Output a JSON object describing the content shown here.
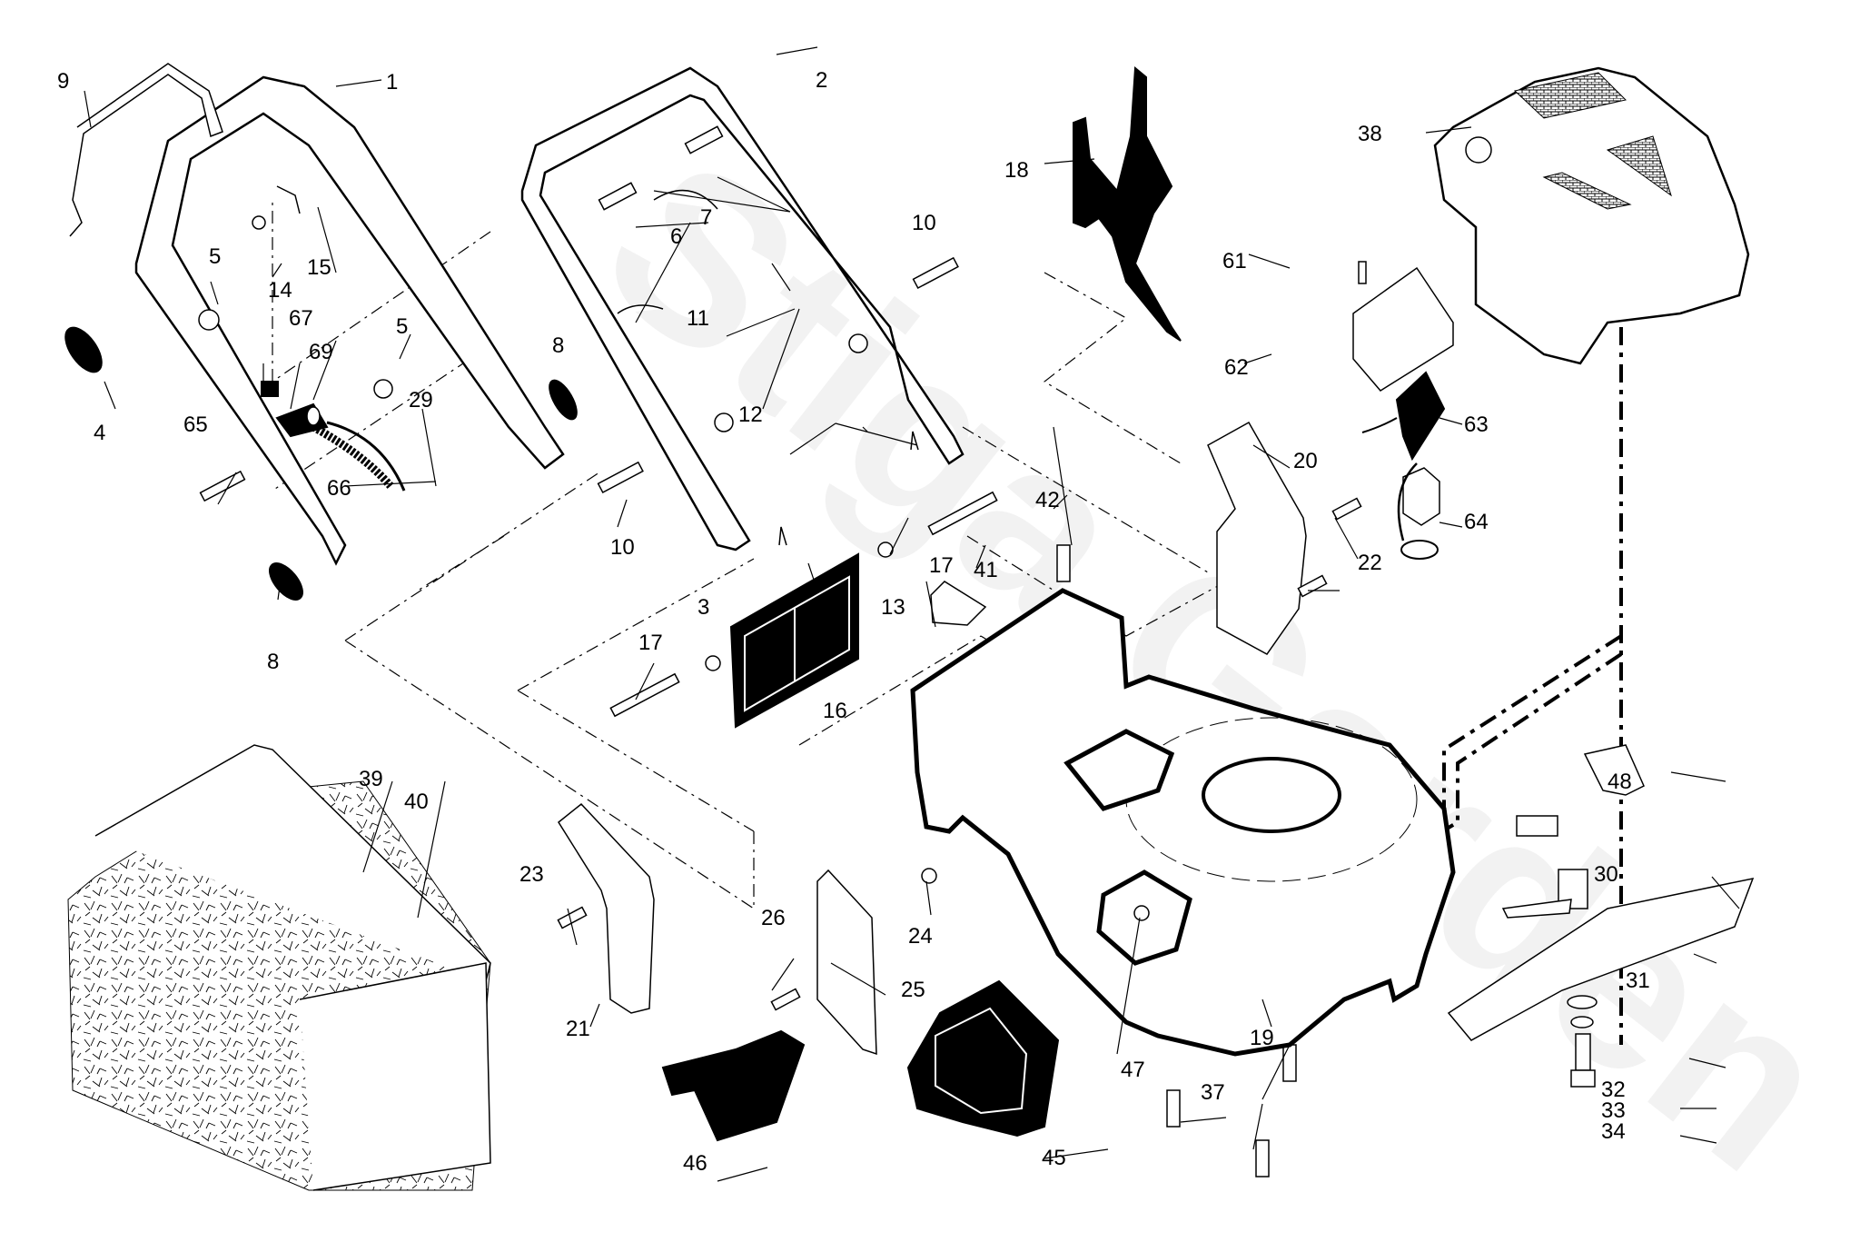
{
  "diagram": {
    "title": "Lawn mower exploded parts diagram",
    "watermark": "Stiga Garden",
    "callouts": [
      {
        "id": "1",
        "part": "handle-upper"
      },
      {
        "id": "2",
        "part": "handle-lower"
      },
      {
        "id": "3",
        "part": "spring-left"
      },
      {
        "id": "4",
        "part": "cable-knob"
      },
      {
        "id": "5",
        "part": "nut"
      },
      {
        "id": "5",
        "part": "nut"
      },
      {
        "id": "6",
        "part": "cable-tie"
      },
      {
        "id": "7",
        "part": "bolt"
      },
      {
        "id": "8",
        "part": "handle-knob"
      },
      {
        "id": "8",
        "part": "handle-knob"
      },
      {
        "id": "9",
        "part": "control-bail"
      },
      {
        "id": "10",
        "part": "shoulder-bolt"
      },
      {
        "id": "10",
        "part": "shoulder-bolt"
      },
      {
        "id": "11",
        "part": "nut"
      },
      {
        "id": "12",
        "part": "hair-pin"
      },
      {
        "id": "13",
        "part": "spring-right"
      },
      {
        "id": "14",
        "part": "screw"
      },
      {
        "id": "15",
        "part": "clip"
      },
      {
        "id": "16",
        "part": "rear-flap"
      },
      {
        "id": "17",
        "part": "bolt"
      },
      {
        "id": "17",
        "part": "bolt"
      },
      {
        "id": "18",
        "part": "mulch-plug"
      },
      {
        "id": "19",
        "part": "deck"
      },
      {
        "id": "20",
        "part": "height-adjuster-right"
      },
      {
        "id": "21",
        "part": "height-adjuster-left"
      },
      {
        "id": "22",
        "part": "bolt"
      },
      {
        "id": "23",
        "part": "bolt"
      },
      {
        "id": "24",
        "part": "nut"
      },
      {
        "id": "25",
        "part": "side-plate"
      },
      {
        "id": "26",
        "part": "bolt"
      },
      {
        "id": "29",
        "part": "cable"
      },
      {
        "id": "30",
        "part": "blade-adapter"
      },
      {
        "id": "31",
        "part": "blade"
      },
      {
        "id": "32",
        "part": "washer"
      },
      {
        "id": "33",
        "part": "lock-washer"
      },
      {
        "id": "34",
        "part": "blade-bolt"
      },
      {
        "id": "37",
        "part": "bolt"
      },
      {
        "id": "38",
        "part": "engine"
      },
      {
        "id": "39",
        "part": "grass-bag"
      },
      {
        "id": "40",
        "part": "bag-frame"
      },
      {
        "id": "41",
        "part": "label"
      },
      {
        "id": "42",
        "part": "bolt"
      },
      {
        "id": "45",
        "part": "discharge-door"
      },
      {
        "id": "46",
        "part": "discharge-chute"
      },
      {
        "id": "47",
        "part": "nut"
      },
      {
        "id": "48",
        "part": "key"
      },
      {
        "id": "61",
        "part": "screw"
      },
      {
        "id": "62",
        "part": "battery-box"
      },
      {
        "id": "63",
        "part": "battery"
      },
      {
        "id": "64",
        "part": "charger"
      },
      {
        "id": "65",
        "part": "bolt"
      },
      {
        "id": "66",
        "part": "wire-harness"
      },
      {
        "id": "67",
        "part": "switch"
      },
      {
        "id": "69",
        "part": "grommet"
      }
    ]
  }
}
